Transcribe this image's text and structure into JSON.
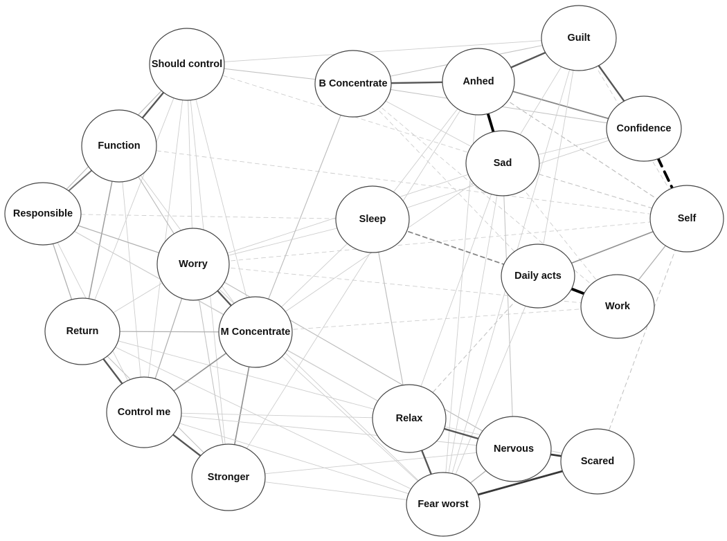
{
  "nodes": [
    {
      "id": "should_control",
      "label": "Should control"
    },
    {
      "id": "function",
      "label": "Function"
    },
    {
      "id": "responsible",
      "label": "Responsible"
    },
    {
      "id": "worry",
      "label": "Worry"
    },
    {
      "id": "return",
      "label": "Return"
    },
    {
      "id": "m_concentrate",
      "label": "M Concentrate"
    },
    {
      "id": "control_me",
      "label": "Control me"
    },
    {
      "id": "stronger",
      "label": "Stronger"
    },
    {
      "id": "b_concentrate",
      "label": "B Concentrate"
    },
    {
      "id": "anhed",
      "label": "Anhed"
    },
    {
      "id": "guilt",
      "label": "Guilt"
    },
    {
      "id": "confidence",
      "label": "Confidence"
    },
    {
      "id": "sad",
      "label": "Sad"
    },
    {
      "id": "sleep",
      "label": "Sleep"
    },
    {
      "id": "self",
      "label": "Self"
    },
    {
      "id": "daily_acts",
      "label": "Daily acts"
    },
    {
      "id": "work",
      "label": "Work"
    },
    {
      "id": "relax",
      "label": "Relax"
    },
    {
      "id": "nervous",
      "label": "Nervous"
    },
    {
      "id": "scared",
      "label": "Scared"
    },
    {
      "id": "fear_worst",
      "label": "Fear worst"
    }
  ],
  "edges": [
    {
      "a": "should_control",
      "b": "function",
      "w": 3,
      "type": "positive"
    },
    {
      "a": "should_control",
      "b": "responsible",
      "w": 1.3,
      "type": "positive"
    },
    {
      "a": "should_control",
      "b": "worry",
      "w": 1,
      "type": "positive"
    },
    {
      "a": "should_control",
      "b": "return",
      "w": 1,
      "type": "positive"
    },
    {
      "a": "should_control",
      "b": "control_me",
      "w": 1,
      "type": "positive"
    },
    {
      "a": "should_control",
      "b": "stronger",
      "w": 1,
      "type": "positive"
    },
    {
      "a": "should_control",
      "b": "m_concentrate",
      "w": 1,
      "type": "positive"
    },
    {
      "a": "should_control",
      "b": "b_concentrate",
      "w": 1.2,
      "type": "positive"
    },
    {
      "a": "should_control",
      "b": "guilt",
      "w": 1,
      "type": "positive"
    },
    {
      "a": "should_control",
      "b": "sad",
      "w": 1,
      "type": "negative"
    },
    {
      "a": "function",
      "b": "responsible",
      "w": 2.5,
      "type": "positive"
    },
    {
      "a": "function",
      "b": "return",
      "w": 1.8,
      "type": "positive"
    },
    {
      "a": "function",
      "b": "worry",
      "w": 1.3,
      "type": "positive"
    },
    {
      "a": "function",
      "b": "control_me",
      "w": 1,
      "type": "positive"
    },
    {
      "a": "function",
      "b": "m_concentrate",
      "w": 1,
      "type": "positive"
    },
    {
      "a": "function",
      "b": "self",
      "w": 1,
      "type": "negative"
    },
    {
      "a": "responsible",
      "b": "return",
      "w": 1.5,
      "type": "positive"
    },
    {
      "a": "responsible",
      "b": "worry",
      "w": 1.5,
      "type": "positive"
    },
    {
      "a": "responsible",
      "b": "m_concentrate",
      "w": 1,
      "type": "positive"
    },
    {
      "a": "responsible",
      "b": "control_me",
      "w": 1,
      "type": "positive"
    },
    {
      "a": "responsible",
      "b": "sleep",
      "w": 1,
      "type": "negative"
    },
    {
      "a": "responsible",
      "b": "relax",
      "w": 1,
      "type": "positive"
    },
    {
      "a": "worry",
      "b": "m_concentrate",
      "w": 3,
      "type": "positive"
    },
    {
      "a": "worry",
      "b": "return",
      "w": 1,
      "type": "positive"
    },
    {
      "a": "worry",
      "b": "control_me",
      "w": 1.5,
      "type": "positive"
    },
    {
      "a": "worry",
      "b": "stronger",
      "w": 1.2,
      "type": "positive"
    },
    {
      "a": "worry",
      "b": "nervous",
      "w": 1.3,
      "type": "positive"
    },
    {
      "a": "worry",
      "b": "fear_worst",
      "w": 1,
      "type": "positive"
    },
    {
      "a": "worry",
      "b": "sad",
      "w": 1,
      "type": "positive"
    },
    {
      "a": "worry",
      "b": "self",
      "w": 1,
      "type": "negative"
    },
    {
      "a": "worry",
      "b": "work",
      "w": 1,
      "type": "negative"
    },
    {
      "a": "return",
      "b": "m_concentrate",
      "w": 1.5,
      "type": "positive"
    },
    {
      "a": "return",
      "b": "control_me",
      "w": 3,
      "type": "positive"
    },
    {
      "a": "return",
      "b": "stronger",
      "w": 1.2,
      "type": "positive"
    },
    {
      "a": "return",
      "b": "relax",
      "w": 1,
      "type": "positive"
    },
    {
      "a": "return",
      "b": "fear_worst",
      "w": 1,
      "type": "positive"
    },
    {
      "a": "m_concentrate",
      "b": "b_concentrate",
      "w": 1.3,
      "type": "positive"
    },
    {
      "a": "m_concentrate",
      "b": "control_me",
      "w": 2,
      "type": "positive"
    },
    {
      "a": "m_concentrate",
      "b": "stronger",
      "w": 2,
      "type": "positive"
    },
    {
      "a": "m_concentrate",
      "b": "sleep",
      "w": 1,
      "type": "positive"
    },
    {
      "a": "m_concentrate",
      "b": "sad",
      "w": 1,
      "type": "positive"
    },
    {
      "a": "m_concentrate",
      "b": "relax",
      "w": 1,
      "type": "positive"
    },
    {
      "a": "m_concentrate",
      "b": "fear_worst",
      "w": 1,
      "type": "positive"
    },
    {
      "a": "m_concentrate",
      "b": "work",
      "w": 1,
      "type": "negative"
    },
    {
      "a": "control_me",
      "b": "stronger",
      "w": 3,
      "type": "positive"
    },
    {
      "a": "control_me",
      "b": "nervous",
      "w": 1,
      "type": "positive"
    },
    {
      "a": "control_me",
      "b": "fear_worst",
      "w": 1,
      "type": "positive"
    },
    {
      "a": "control_me",
      "b": "relax",
      "w": 1,
      "type": "positive"
    },
    {
      "a": "stronger",
      "b": "nervous",
      "w": 1,
      "type": "positive"
    },
    {
      "a": "stronger",
      "b": "fear_worst",
      "w": 1,
      "type": "positive"
    },
    {
      "a": "b_concentrate",
      "b": "anhed",
      "w": 3,
      "type": "positive"
    },
    {
      "a": "b_concentrate",
      "b": "guilt",
      "w": 1.2,
      "type": "positive"
    },
    {
      "a": "b_concentrate",
      "b": "confidence",
      "w": 1.2,
      "type": "positive"
    },
    {
      "a": "b_concentrate",
      "b": "sad",
      "w": 1,
      "type": "positive"
    },
    {
      "a": "b_concentrate",
      "b": "daily_acts",
      "w": 1,
      "type": "negative"
    },
    {
      "a": "b_concentrate",
      "b": "work",
      "w": 1,
      "type": "negative"
    },
    {
      "a": "anhed",
      "b": "guilt",
      "w": 3,
      "type": "positive"
    },
    {
      "a": "anhed",
      "b": "confidence",
      "w": 2.2,
      "type": "positive"
    },
    {
      "a": "anhed",
      "b": "sad",
      "w": 5,
      "type": "positive"
    },
    {
      "a": "anhed",
      "b": "sleep",
      "w": 1,
      "type": "positive"
    },
    {
      "a": "anhed",
      "b": "stronger",
      "w": 1,
      "type": "positive"
    },
    {
      "a": "anhed",
      "b": "fear_worst",
      "w": 1,
      "type": "positive"
    },
    {
      "a": "anhed",
      "b": "self",
      "w": 1.3,
      "type": "negative"
    },
    {
      "a": "guilt",
      "b": "confidence",
      "w": 3,
      "type": "positive"
    },
    {
      "a": "guilt",
      "b": "sad",
      "w": 1,
      "type": "positive"
    },
    {
      "a": "guilt",
      "b": "daily_acts",
      "w": 1,
      "type": "positive"
    },
    {
      "a": "guilt",
      "b": "fear_worst",
      "w": 1,
      "type": "positive"
    },
    {
      "a": "guilt",
      "b": "self",
      "w": 1,
      "type": "negative"
    },
    {
      "a": "confidence",
      "b": "self",
      "w": 5,
      "type": "negative"
    },
    {
      "a": "confidence",
      "b": "sad",
      "w": 1,
      "type": "positive"
    },
    {
      "a": "confidence",
      "b": "sleep",
      "w": 1,
      "type": "positive"
    },
    {
      "a": "sad",
      "b": "self",
      "w": 1.2,
      "type": "negative"
    },
    {
      "a": "sad",
      "b": "nervous",
      "w": 1.2,
      "type": "positive"
    },
    {
      "a": "sad",
      "b": "relax",
      "w": 1,
      "type": "positive"
    },
    {
      "a": "sad",
      "b": "fear_worst",
      "w": 1,
      "type": "positive"
    },
    {
      "a": "sad",
      "b": "work",
      "w": 1,
      "type": "negative"
    },
    {
      "a": "sleep",
      "b": "daily_acts",
      "w": 2.2,
      "type": "negative"
    },
    {
      "a": "sleep",
      "b": "relax",
      "w": 1.3,
      "type": "positive"
    },
    {
      "a": "sleep",
      "b": "worry",
      "w": 1,
      "type": "positive"
    },
    {
      "a": "self",
      "b": "daily_acts",
      "w": 2,
      "type": "positive"
    },
    {
      "a": "self",
      "b": "work",
      "w": 1.5,
      "type": "positive"
    },
    {
      "a": "self",
      "b": "scared",
      "w": 1.2,
      "type": "negative"
    },
    {
      "a": "daily_acts",
      "b": "work",
      "w": 5,
      "type": "positive"
    },
    {
      "a": "daily_acts",
      "b": "relax",
      "w": 1.2,
      "type": "negative"
    },
    {
      "a": "daily_acts",
      "b": "fear_worst",
      "w": 1,
      "type": "positive"
    },
    {
      "a": "relax",
      "b": "nervous",
      "w": 3,
      "type": "positive"
    },
    {
      "a": "relax",
      "b": "fear_worst",
      "w": 3,
      "type": "positive"
    },
    {
      "a": "relax",
      "b": "scared",
      "w": 1,
      "type": "positive"
    },
    {
      "a": "nervous",
      "b": "scared",
      "w": 3.5,
      "type": "positive"
    },
    {
      "a": "nervous",
      "b": "fear_worst",
      "w": 1.5,
      "type": "positive"
    },
    {
      "a": "scared",
      "b": "fear_worst",
      "w": 3.5,
      "type": "positive"
    }
  ]
}
